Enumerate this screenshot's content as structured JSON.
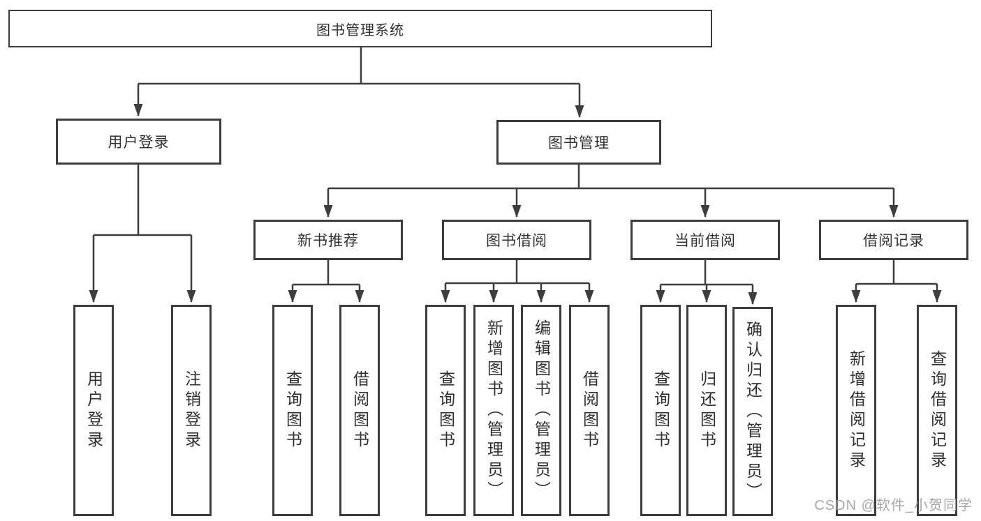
{
  "diagram": {
    "root": "图书管理系统",
    "branches": {
      "user_login": {
        "label": "用户登录",
        "children": [
          "用户登录",
          "注销登录"
        ]
      },
      "book_management": {
        "label": "图书管理",
        "groups": [
          {
            "label": "新书推荐",
            "children": [
              "查询图书",
              "借阅图书"
            ]
          },
          {
            "label": "图书借阅",
            "children": [
              "查询图书",
              "新增图书（管理员）",
              "编辑图书（管理员）",
              "借阅图书"
            ]
          },
          {
            "label": "当前借阅",
            "children": [
              "查询图书",
              "归还图书",
              "确认归还（管理员）"
            ]
          },
          {
            "label": "借阅记录",
            "children": [
              "新增借阅记录",
              "查询借阅记录"
            ]
          }
        ]
      }
    }
  },
  "watermark": "CSDN @软件_小贺同学",
  "colors": {
    "line": "#3d3d3d",
    "text": "#303030",
    "watermark": "#a0a0a0",
    "background": "#ffffff"
  }
}
